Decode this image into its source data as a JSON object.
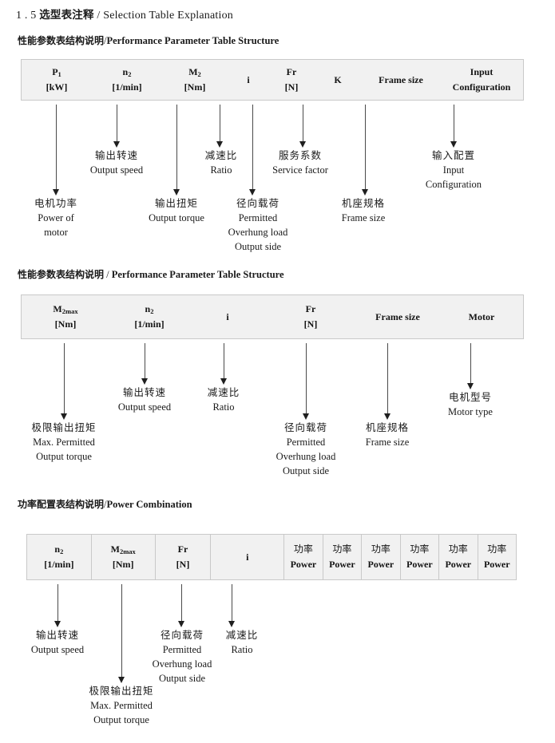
{
  "page": {
    "title_number": "1 . 5",
    "title_cn": "选型表注释",
    "title_sep": "/",
    "title_en": "Selection Table Explanation"
  },
  "sections": [
    {
      "heading_cn": "性能参数表结构说明",
      "heading_sep": "/",
      "heading_en": "Performance Parameter Table Structure",
      "table": {
        "divided": false,
        "columns": [
          {
            "line1": "P",
            "sub1": "1",
            "line2": "[kW]"
          },
          {
            "line1": "n",
            "sub1": "2",
            "line2": "[1/min]"
          },
          {
            "line1": "M",
            "sub1": "2",
            "line2": "[Nm]"
          },
          {
            "line1": "i",
            "sub1": "",
            "line2": ""
          },
          {
            "line1": "Fr",
            "sub1": "",
            "line2": "[N]"
          },
          {
            "line1": "K",
            "sub1": "",
            "line2": ""
          },
          {
            "line1": "Frame size",
            "sub1": "",
            "line2": ""
          },
          {
            "line1": "Input",
            "sub1": "",
            "line2": "Configuration"
          }
        ]
      },
      "annotations": [
        {
          "cn": "电机功率",
          "en": [
            "Power of",
            "motor"
          ]
        },
        {
          "cn": "输出转速",
          "en": [
            "Output speed"
          ]
        },
        {
          "cn": "输出扭矩",
          "en": [
            "Output torque"
          ]
        },
        {
          "cn": "减速比",
          "en": [
            "Ratio"
          ]
        },
        {
          "cn": "径向载荷",
          "en": [
            "Permitted",
            "Overhung load",
            "Output side"
          ]
        },
        {
          "cn": "服务系数",
          "en": [
            "Service factor"
          ]
        },
        {
          "cn": "机座规格",
          "en": [
            "Frame size"
          ]
        },
        {
          "cn": "输入配置",
          "en": [
            "Input",
            "Configuration"
          ]
        }
      ]
    },
    {
      "heading_cn": "性能参数表结构说明",
      "heading_sep": "/",
      "heading_en": "Performance Parameter Table Structure",
      "table": {
        "divided": false,
        "columns": [
          {
            "line1": "M",
            "sub1": "2max",
            "line2": "[Nm]"
          },
          {
            "line1": "n",
            "sub1": "2",
            "line2": "[1/min]"
          },
          {
            "line1": "i",
            "sub1": "",
            "line2": ""
          },
          {
            "line1": "Fr",
            "sub1": "",
            "line2": "[N]"
          },
          {
            "line1": "Frame size",
            "sub1": "",
            "line2": ""
          },
          {
            "line1": "Motor",
            "sub1": "",
            "line2": ""
          }
        ]
      },
      "annotations": [
        {
          "cn": "极限输出扭矩",
          "en": [
            "Max. Permitted",
            "Output  torque"
          ]
        },
        {
          "cn": "输出转速",
          "en": [
            "Output speed"
          ]
        },
        {
          "cn": "减速比",
          "en": [
            "Ratio"
          ]
        },
        {
          "cn": "径向载荷",
          "en": [
            "Permitted",
            "Overhung load",
            "Output side"
          ]
        },
        {
          "cn": "机座规格",
          "en": [
            "Frame size"
          ]
        },
        {
          "cn": "电机型号",
          "en": [
            "Motor type"
          ]
        }
      ]
    },
    {
      "heading_cn": "功率配置表结构说明",
      "heading_sep": "/",
      "heading_en": "Power Combination",
      "table": {
        "divided": true,
        "columns": [
          {
            "line1": "n",
            "sub1": "2",
            "line2": "[1/min]"
          },
          {
            "line1": "M",
            "sub1": "2max",
            "line2": "[Nm]"
          },
          {
            "line1": "Fr",
            "sub1": "",
            "line2": "[N]"
          },
          {
            "line1": "i",
            "sub1": "",
            "line2": ""
          },
          {
            "cn_line": "功率",
            "line2": "Power"
          },
          {
            "cn_line": "功率",
            "line2": "Power"
          },
          {
            "cn_line": "功率",
            "line2": "Power"
          },
          {
            "cn_line": "功率",
            "line2": "Power"
          },
          {
            "cn_line": "功率",
            "line2": "Power"
          },
          {
            "cn_line": "功率",
            "line2": "Power"
          }
        ]
      },
      "annotations": [
        {
          "cn": "输出转速",
          "en": [
            "Output speed"
          ]
        },
        {
          "cn": "极限输出扭矩",
          "en": [
            "Max. Permitted",
            "Output  torque"
          ]
        },
        {
          "cn": "径向载荷",
          "en": [
            "Permitted",
            "Overhung load",
            "Output side"
          ]
        },
        {
          "cn": "减速比",
          "en": [
            "Ratio"
          ]
        }
      ]
    }
  ]
}
